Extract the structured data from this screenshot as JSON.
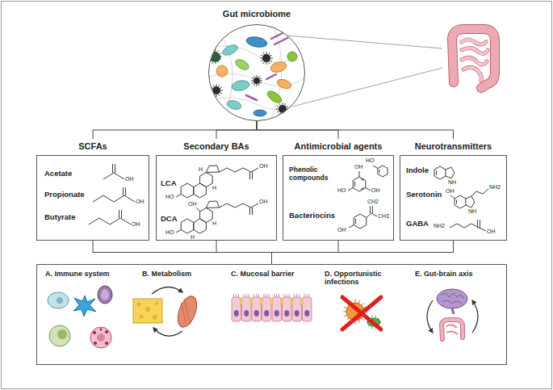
{
  "diagram": {
    "nodes": [
      {
        "text": [
          "Gut microbiome"
        ]
      },
      {
        "text": [
          "SCFAs",
          "Acetate",
          "Propionate",
          "Butyrate"
        ]
      },
      {
        "text": [
          "Secondary BAs",
          "LCA",
          "DCA"
        ]
      },
      {
        "text": [
          "Antimicrobial agents",
          "Phenolic compounds",
          "Bacteriocins"
        ]
      },
      {
        "text": [
          "Neurotransmitters",
          "Indole",
          "Serotonin",
          "GABA"
        ]
      },
      {
        "text": []
      },
      {
        "text": [
          "A. Immune system"
        ],
        "in": 5
      },
      {
        "text": [
          "B. Metabolism"
        ],
        "in": 5
      },
      {
        "text": [
          "C. Mucosal barrier"
        ],
        "in": 5
      },
      {
        "text": [
          "D. Opportunistic infections"
        ],
        "in": 5
      },
      {
        "text": [
          "E. Gut-brain axis"
        ],
        "in": 5
      }
    ],
    "edges": [
      {
        "from": 0,
        "to": 1,
        "arrow": "none"
      },
      {
        "from": 0,
        "to": 2,
        "arrow": "none"
      },
      {
        "from": 0,
        "to": 3,
        "arrow": "none"
      },
      {
        "from": 0,
        "to": 4,
        "arrow": "none"
      },
      {
        "from": 1,
        "to": 5,
        "arrow": "none"
      },
      {
        "from": 2,
        "to": 5,
        "arrow": "none"
      },
      {
        "from": 3,
        "to": 5,
        "arrow": "none"
      },
      {
        "from": 4,
        "to": 5,
        "arrow": "none"
      }
    ],
    "labels": [
      "OH",
      "OH",
      "OH",
      "HO",
      "OH",
      "H",
      "H",
      "HO",
      "OH",
      "OH",
      "H",
      "H",
      "OH",
      "HO",
      "OH",
      "HO",
      "CH2",
      "CH3",
      "OH",
      "NH",
      "OH",
      "NH2",
      "NH",
      "NH2",
      "OH"
    ]
  }
}
